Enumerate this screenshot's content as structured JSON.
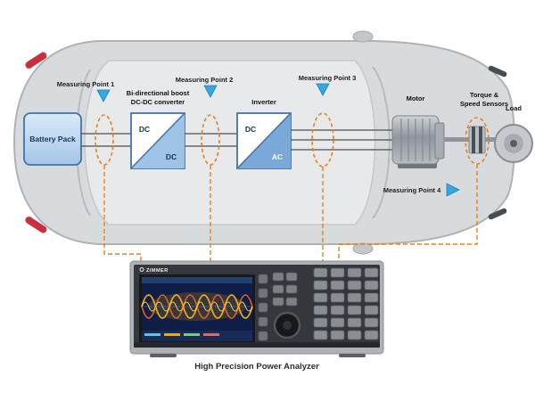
{
  "measuring_points": {
    "p1": "Measuring Point 1",
    "p2": "Measuring Point 2",
    "p3": "Measuring Point 3",
    "p4": "Measuring Point 4"
  },
  "components": {
    "battery": "Battery Pack",
    "dcdc": {
      "title_line1": "Bi-directional boost",
      "title_line2": "DC-DC converter",
      "input_label": "DC",
      "output_label": "DC"
    },
    "inverter": {
      "title": "Inverter",
      "input_label": "DC",
      "output_label": "AC"
    },
    "motor": "Motor",
    "sensors": {
      "line1": "Torque &",
      "line2": "Speed Sensors"
    },
    "load": "Load"
  },
  "analyzer": {
    "brand": "ZIMMER",
    "caption": "High Precision Power Analyzer"
  },
  "colors": {
    "accent_orange": "#e8821e",
    "measuring_blue": "#35a8e0",
    "block_border": "#4472a8",
    "block_fill_light": "#bcd4ee",
    "inverter_fill": "#7aa9d8",
    "screen_navy": "#0e1e46",
    "waveform_orange": "#f0a818"
  }
}
